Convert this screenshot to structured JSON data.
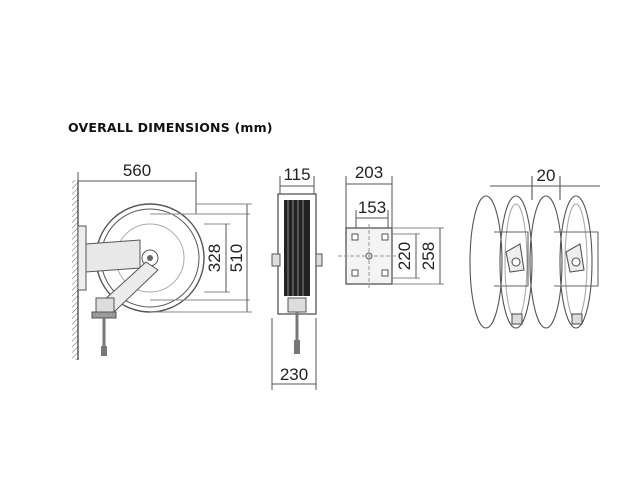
{
  "title": "OVERALL DIMENSIONS (mm)",
  "dimensions": {
    "side_width": "560",
    "side_inner_height": "328",
    "side_outer_height": "510",
    "front_width_top": "115",
    "front_width_bottom": "230",
    "bracket_width_outer": "203",
    "bracket_width_inner": "153",
    "bracket_height_inner": "220",
    "bracket_height_outer": "258",
    "multi_spacing": "20"
  },
  "colors": {
    "line": "#555555",
    "text": "#222222"
  }
}
